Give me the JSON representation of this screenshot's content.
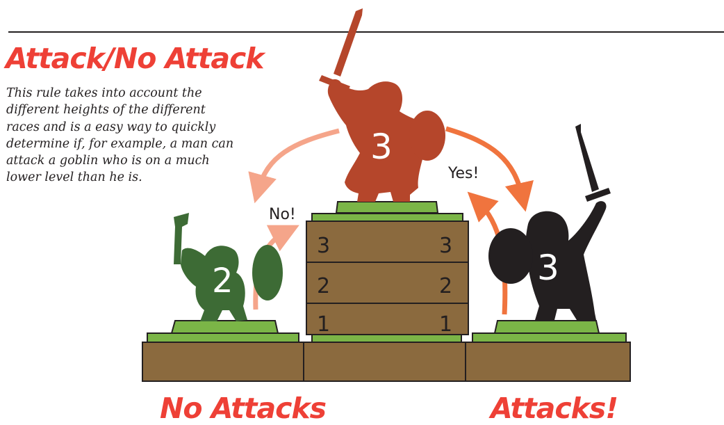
{
  "title": "Attack/No Attack",
  "description_lines": [
    "This rule takes into account the",
    "different heights of the different",
    "races and is a easy way to quickly",
    "determine if, for example, a man can",
    "attack a goblin who is on a much",
    "lower level than he is."
  ],
  "figures": {
    "man_top": {
      "level": "3",
      "color": "#b5462b"
    },
    "goblin": {
      "level": "2",
      "color": "#3d6b35"
    },
    "man_right": {
      "level": "3",
      "color": "#231f20"
    }
  },
  "platform_levels": [
    {
      "left": "3",
      "right": "3"
    },
    {
      "left": "2",
      "right": "2"
    },
    {
      "left": "1",
      "right": "1"
    }
  ],
  "labels": {
    "no": "No!",
    "yes": "Yes!"
  },
  "captions": {
    "left": "No Attacks",
    "right": "Attacks!"
  },
  "colors": {
    "accent_red": "#ee4036",
    "wood": "#8b6a3e",
    "base_green": "#7bb547",
    "arrow_light": "#f5a58a",
    "arrow_dark": "#f0743e"
  }
}
